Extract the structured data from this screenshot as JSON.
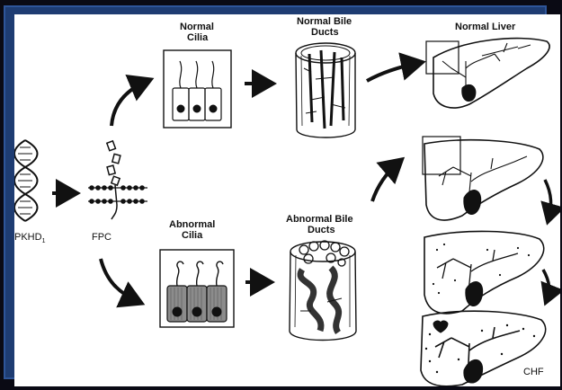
{
  "labels": {
    "gene": "PKHD",
    "gene_sub": "1",
    "protein": "FPC",
    "normal_cilia_1": "Normal",
    "normal_cilia_2": "Cilia",
    "normal_ducts_1": "Normal Bile",
    "normal_ducts_2": "Ducts",
    "normal_liver": "Normal Liver",
    "abnormal_cilia_1": "Abnormal",
    "abnormal_cilia_2": "Cilia",
    "abnormal_ducts_1": "Abnormal Bile",
    "abnormal_ducts_2": "Ducts",
    "chf": "CHF"
  },
  "colors": {
    "slide_frame": "#1e3c72",
    "background": "#0a0a14",
    "panel": "#ffffff",
    "ink": "#111111",
    "abnormal_cell_fill": "#8c8c8c"
  }
}
